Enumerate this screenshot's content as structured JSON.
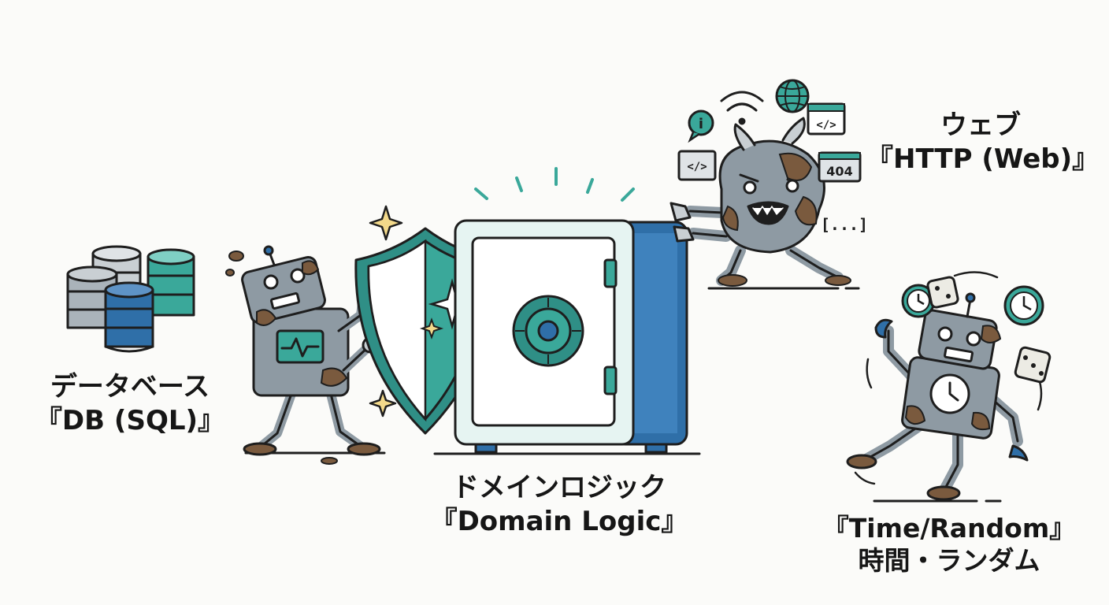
{
  "labels": {
    "db": {
      "ja": "データベース",
      "en": "『DB (SQL)』"
    },
    "domain": {
      "ja": "ドメインロジック",
      "en": "『Domain Logic』"
    },
    "web": {
      "ja": "ウェブ",
      "en": "『HTTP (Web)』"
    },
    "time": {
      "en": "『Time/Random』",
      "ja": "時間・ランダム"
    }
  },
  "icon_text": {
    "code_tag": "</>",
    "error_code": "404",
    "ellipsis": "[...]",
    "info": "i"
  },
  "colors": {
    "teal": "#3aa89a",
    "blue": "#2f6fa8",
    "light_teal": "#e6f4f2",
    "robot_gray": "#8e9aa3",
    "mud": "#7a5a3e",
    "ink": "#1e1e1e",
    "sparkle": "#f3d98a"
  }
}
